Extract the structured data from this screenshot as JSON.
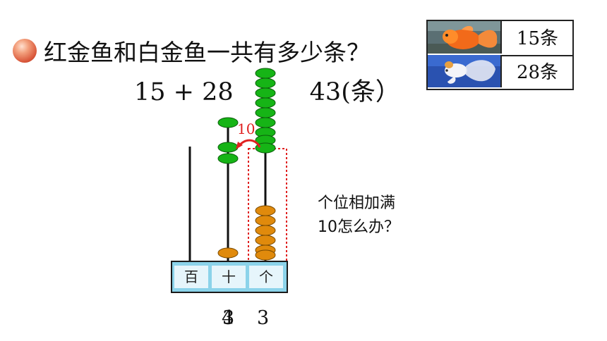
{
  "question": "红金鱼和白金鱼一共有多少条？",
  "equation": {
    "left": "15 + 28",
    "right": "43(条）"
  },
  "legend": [
    {
      "fish_icon": "red-goldfish-photo",
      "label": "15条"
    },
    {
      "fish_icon": "white-goldfish-photo",
      "label": "28条"
    }
  ],
  "carry_label": "10",
  "note": [
    "个位相加满",
    "10怎么办？"
  ],
  "place_labels": [
    "百",
    "十",
    "个"
  ],
  "digits": {
    "tens_a": "4",
    "tens_b": "3",
    "ones": "3"
  },
  "abacus": {
    "tens_beads_green": 3,
    "tens_beads_orange": 1,
    "ones_beads_green": 10,
    "ones_beads_orange": 6
  },
  "colors": {
    "green_bead": "#16b416",
    "orange_bead": "#e08a0c",
    "carry": "#e02020",
    "base": "#8bd3ea"
  }
}
